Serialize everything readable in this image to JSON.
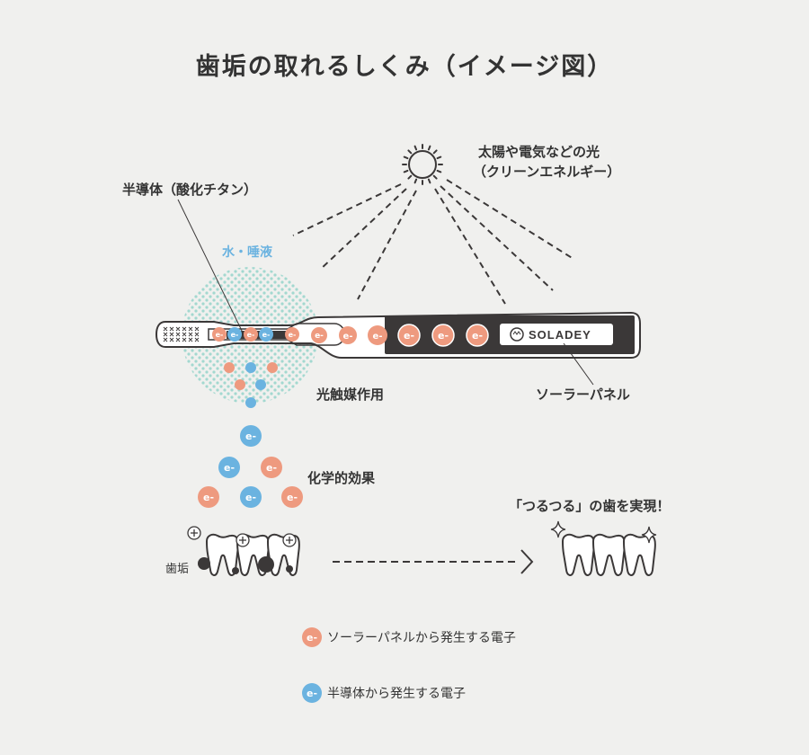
{
  "title": "歯垢の取れるしくみ（イメージ図）",
  "labels": {
    "sunlight_line1": "太陽や電気などの光",
    "sunlight_line2": "（クリーンエネルギー）",
    "semiconductor": "半導体（酸化チタン）",
    "saliva": "水・唾液",
    "photocatalysis": "光触媒作用",
    "solar_panel": "ソーラーパネル",
    "chemical_effect": "化学的効果",
    "result": "「つるつる」の歯を実現！",
    "plaque": "歯垢",
    "brand": "SOLADEY"
  },
  "electron_symbol": "e-",
  "legend": [
    {
      "text": "ソーラーパネルから発生する電子",
      "color": "#ee9a7f"
    },
    {
      "text": "半導体から発生する電子",
      "color": "#6bb3e0"
    }
  ],
  "colors": {
    "solar_electron": "#ee9a7f",
    "semiconductor_electron": "#6bb3e0",
    "dot_pattern": "#a3d8d0",
    "dark": "#3b3838",
    "background": "#f0f0ee"
  },
  "icons": [
    "sun-icon",
    "toothbrush-icon",
    "tooth-icon",
    "sparkle-icon",
    "plus-icon",
    "arrow-right-icon"
  ]
}
